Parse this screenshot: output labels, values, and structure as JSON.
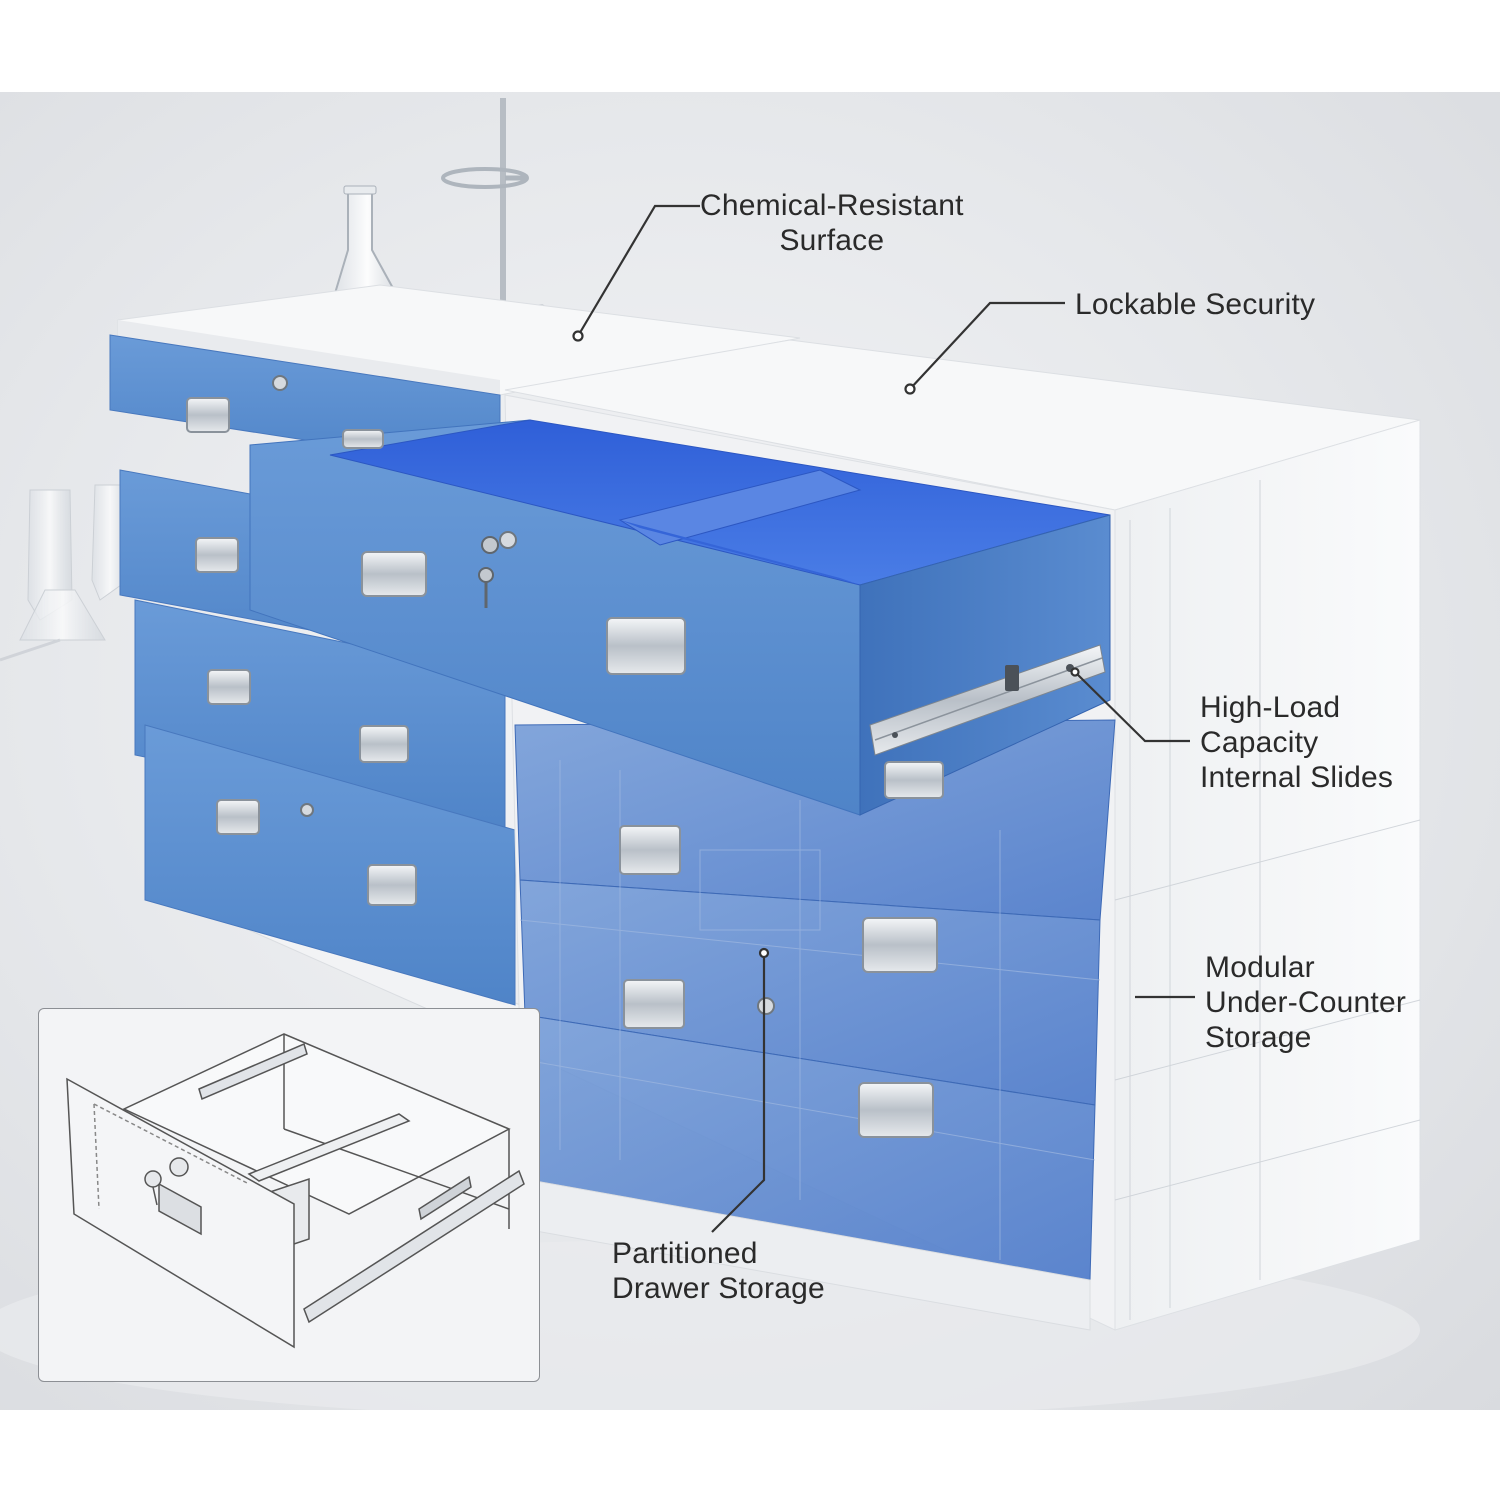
{
  "callouts": {
    "chemical_resistant": [
      "Chemical-Resistant",
      "Surface"
    ],
    "lockable_security": [
      "Lockable Security"
    ],
    "high_load_slides": [
      "High-Load",
      "Capacity",
      "Internal Slides"
    ],
    "modular_storage": [
      "Modular",
      "Under-Counter",
      "Storage"
    ],
    "partitioned_storage": [
      "Partitioned",
      "Drawer Storage"
    ]
  },
  "colors": {
    "drawer_blue": "#5b8fd0",
    "drawer_blue_dark": "#3f72bb",
    "drawer_interior": "#3b6fe0",
    "cabinet_white": "#f4f5f6",
    "background": "#e4e6e9",
    "leader_line": "#333333"
  },
  "icons": [
    "lock-icon",
    "key-icon",
    "drawer-handle-icon",
    "slide-rail-icon",
    "flask-icon",
    "ring-stand-icon"
  ]
}
